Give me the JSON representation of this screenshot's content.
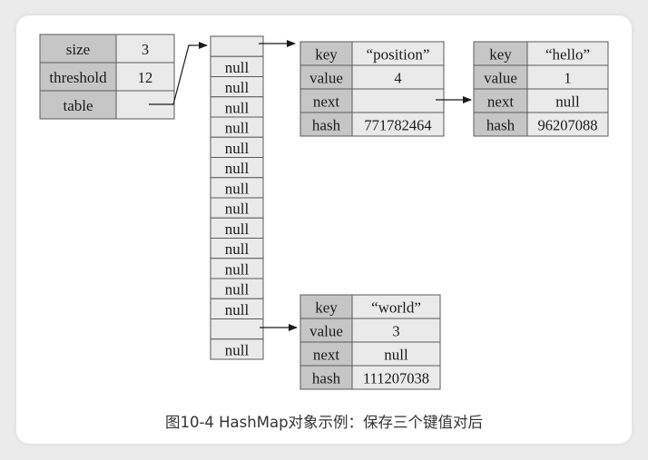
{
  "caption": "图10-4 HashMap对象示例：保存三个键值对后",
  "hashmap": {
    "rows": [
      {
        "label": "size",
        "value": "3"
      },
      {
        "label": "threshold",
        "value": "12"
      },
      {
        "label": "table",
        "value": ""
      }
    ]
  },
  "table": {
    "slots": [
      "",
      "null",
      "null",
      "null",
      "null",
      "null",
      "null",
      "null",
      "null",
      "null",
      "null",
      "null",
      "null",
      "null",
      "",
      "null"
    ]
  },
  "entries": {
    "position": {
      "rows": [
        {
          "label": "key",
          "value": "“position”"
        },
        {
          "label": "value",
          "value": "4"
        },
        {
          "label": "next",
          "value": ""
        },
        {
          "label": "hash",
          "value": "771782464"
        }
      ]
    },
    "hello": {
      "rows": [
        {
          "label": "key",
          "value": "“hello”"
        },
        {
          "label": "value",
          "value": "1"
        },
        {
          "label": "next",
          "value": "null"
        },
        {
          "label": "hash",
          "value": "96207088"
        }
      ]
    },
    "world": {
      "rows": [
        {
          "label": "key",
          "value": "“world”"
        },
        {
          "label": "value",
          "value": "3"
        },
        {
          "label": "next",
          "value": "null"
        },
        {
          "label": "hash",
          "value": "111207038"
        }
      ]
    }
  },
  "colors": {
    "header_cell": "#c6c6c6",
    "value_cell": "#eaeaea",
    "line": "#5a5a5a"
  }
}
